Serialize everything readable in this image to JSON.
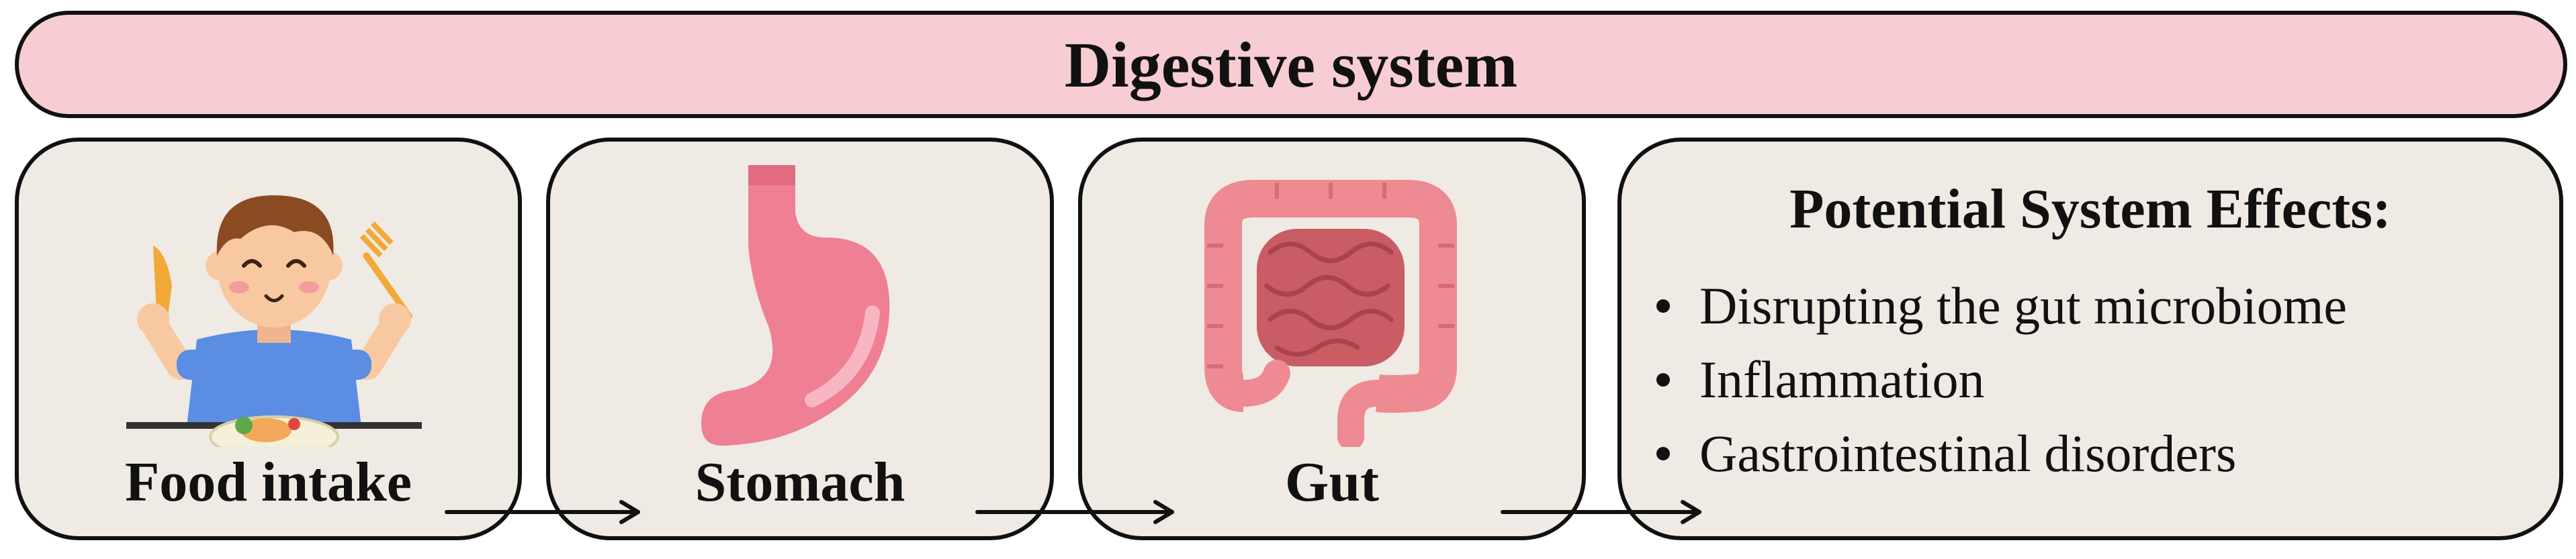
{
  "title": "Digestive system",
  "stages": [
    {
      "label": "Food intake"
    },
    {
      "label": "Stomach"
    },
    {
      "label": "Gut"
    }
  ],
  "effects": {
    "title": "Potential System Effects:",
    "items": [
      "Disrupting the gut microbiome",
      "Inflammation",
      "Gastrointestinal disorders"
    ]
  },
  "colors": {
    "banner_fill": "#f7cdd3",
    "box_fill": "#efeae3",
    "border": "#111111",
    "stomach": "#ef7f93",
    "gut": "#ee8a92",
    "shirt": "#5b8de2",
    "hair": "#8a4b22",
    "skin": "#f8c9a1"
  },
  "icons": [
    "child-eating-icon",
    "stomach-icon",
    "intestines-icon"
  ]
}
